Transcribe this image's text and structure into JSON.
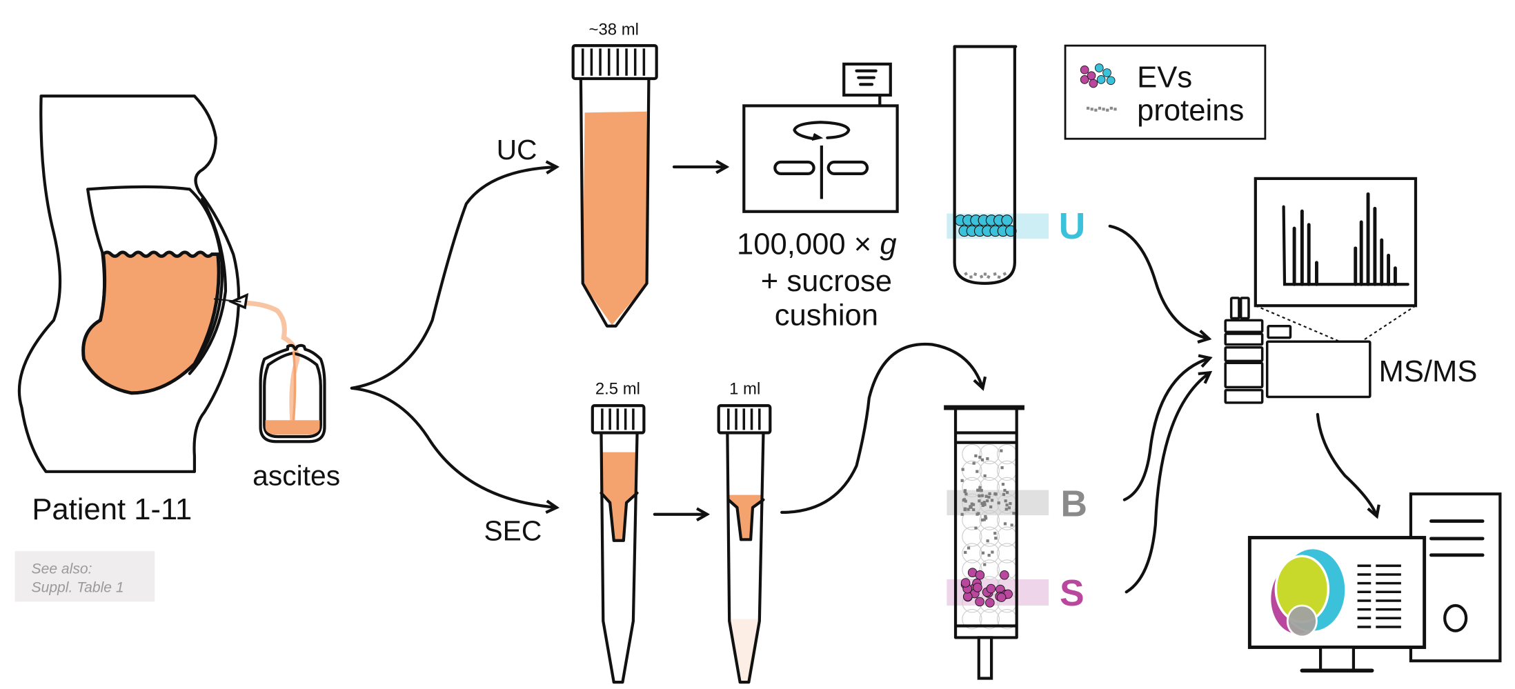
{
  "patient": {
    "label": "Patient 1-11"
  },
  "ascites": {
    "label": "ascites"
  },
  "note": {
    "line1": "See also:",
    "line2": "Suppl. Table 1"
  },
  "branches": {
    "uc": "UC",
    "sec": "SEC"
  },
  "uc_tube": {
    "volume": "~38 ml"
  },
  "centrifuge": {
    "line1_prefix": "100,000 × ",
    "line1_var": "g",
    "line2": "+ sucrose",
    "line3": "cushion"
  },
  "sec_tubes": {
    "first_volume": "2.5 ml",
    "second_volume": "1 ml"
  },
  "fractions": {
    "u": "U",
    "b": "B",
    "s": "S"
  },
  "legend": {
    "evs": "EVs",
    "proteins": "proteins"
  },
  "ms": {
    "label": "MS/MS",
    "spectrum_peaks": [
      0.62,
      0.81,
      0.66,
      0.24,
      0.4,
      0.69,
      1.0,
      0.84,
      0.49,
      0.32,
      0.18
    ]
  },
  "colors": {
    "fluid": "#f5a36e",
    "fluid_light": "#fdeee5",
    "ev_cyan": "#3bc1d9",
    "ev_magenta": "#b8479d",
    "protein_gray": "#8a8a8a",
    "u_band": "#cdeef4",
    "b_band": "#e0e0e0",
    "s_band": "#eed5ea",
    "note_bg": "#efeded",
    "note_text": "#9a9a9a",
    "venn_lime": "#c9d92b",
    "venn_gray": "#a3a3a0"
  }
}
